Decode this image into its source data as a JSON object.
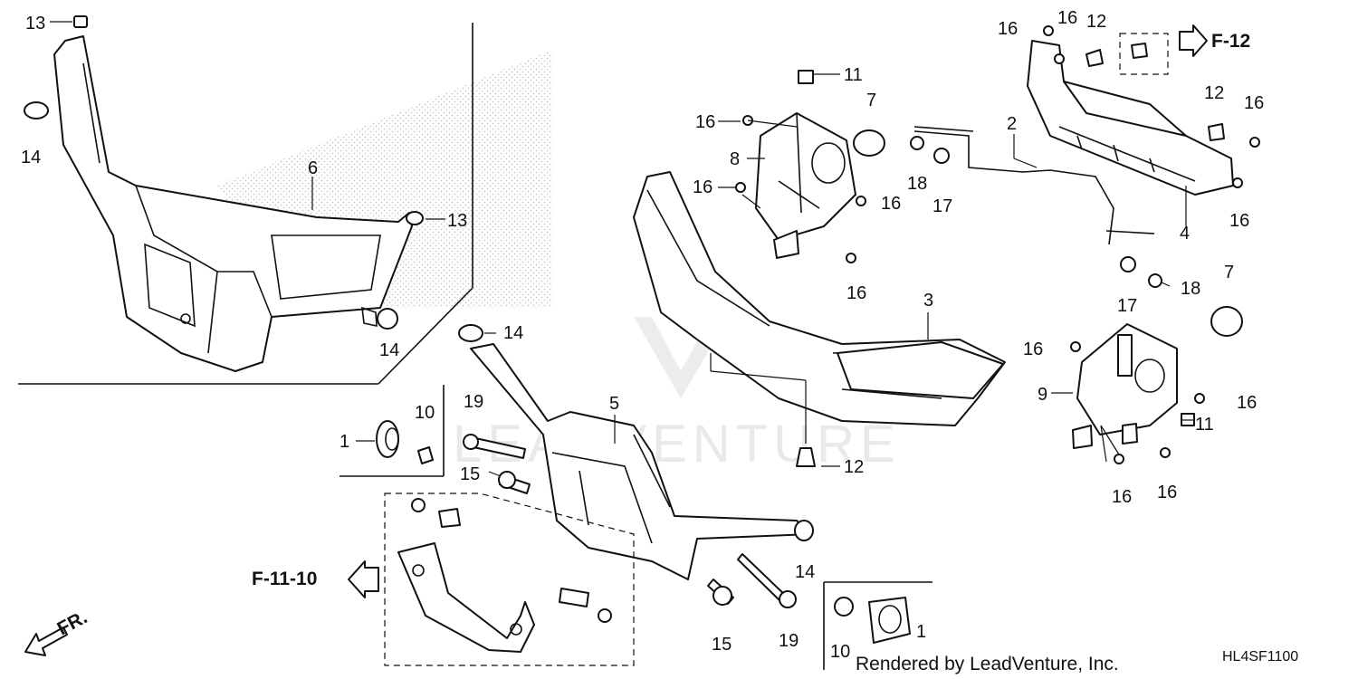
{
  "diagram": {
    "code": "HL4SF1100",
    "credit": "Rendered by LeadVenture, Inc.",
    "watermark": "LEADVENTURE",
    "refs": [
      "F-12",
      "F-11-10"
    ],
    "direction_label": "FR.",
    "callouts": [
      {
        "id": "c13a",
        "label": "13"
      },
      {
        "id": "c14a",
        "label": "14"
      },
      {
        "id": "c6",
        "label": "6"
      },
      {
        "id": "c13b",
        "label": "13"
      },
      {
        "id": "c14b",
        "label": "14"
      },
      {
        "id": "c14c",
        "label": "14"
      },
      {
        "id": "c1a",
        "label": "1"
      },
      {
        "id": "c10a",
        "label": "10"
      },
      {
        "id": "c19a",
        "label": "19"
      },
      {
        "id": "c5",
        "label": "5"
      },
      {
        "id": "c15a",
        "label": "15"
      },
      {
        "id": "c14d",
        "label": "14"
      },
      {
        "id": "c15b",
        "label": "15"
      },
      {
        "id": "c19b",
        "label": "19"
      },
      {
        "id": "c10b",
        "label": "10"
      },
      {
        "id": "c1b",
        "label": "1"
      },
      {
        "id": "c11a",
        "label": "11"
      },
      {
        "id": "c7a",
        "label": "7"
      },
      {
        "id": "c16a",
        "label": "16"
      },
      {
        "id": "c8",
        "label": "8"
      },
      {
        "id": "c16b",
        "label": "16"
      },
      {
        "id": "c16c",
        "label": "16"
      },
      {
        "id": "c16d",
        "label": "16"
      },
      {
        "id": "c3",
        "label": "3"
      },
      {
        "id": "c12a",
        "label": "12"
      },
      {
        "id": "c2",
        "label": "2"
      },
      {
        "id": "c18a",
        "label": "18"
      },
      {
        "id": "c17a",
        "label": "17"
      },
      {
        "id": "c16e",
        "label": "16"
      },
      {
        "id": "c16f",
        "label": "16"
      },
      {
        "id": "c12b",
        "label": "12"
      },
      {
        "id": "c12c",
        "label": "12"
      },
      {
        "id": "c16g",
        "label": "16"
      },
      {
        "id": "c16h",
        "label": "16"
      },
      {
        "id": "c4",
        "label": "4"
      },
      {
        "id": "c17b",
        "label": "17"
      },
      {
        "id": "c18b",
        "label": "18"
      },
      {
        "id": "c7b",
        "label": "7"
      },
      {
        "id": "c16i",
        "label": "16"
      },
      {
        "id": "c9",
        "label": "9"
      },
      {
        "id": "c16j",
        "label": "16"
      },
      {
        "id": "c11b",
        "label": "11"
      },
      {
        "id": "c16k",
        "label": "16"
      },
      {
        "id": "c16l",
        "label": "16"
      }
    ]
  }
}
